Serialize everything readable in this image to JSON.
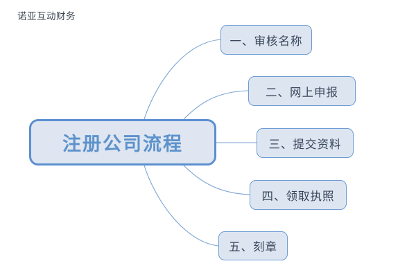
{
  "page": {
    "watermark": "诺亚互动财务",
    "background_color": "#ffffff"
  },
  "colors": {
    "node_border": "#6d9bd4",
    "central_border": "#5b8fd0",
    "node_fill": "#dde5f1",
    "central_text": "#5d92cb",
    "branch_text": "#39465a",
    "connector": "#7ba3d4",
    "watermark_text": "#3d4752"
  },
  "diagram": {
    "type": "mind-map",
    "central_node": {
      "label": "注册公司流程"
    },
    "branches": [
      {
        "id": "b1",
        "label": "一、审核名称",
        "connector": "curve"
      },
      {
        "id": "b2",
        "label": "二、网上申报",
        "connector": "curve"
      },
      {
        "id": "b3",
        "label": "三、提交资料",
        "connector": "straight"
      },
      {
        "id": "b4",
        "label": "四、领取执照",
        "connector": "curve"
      },
      {
        "id": "b5",
        "label": "五、刻章",
        "connector": "curve"
      }
    ]
  }
}
